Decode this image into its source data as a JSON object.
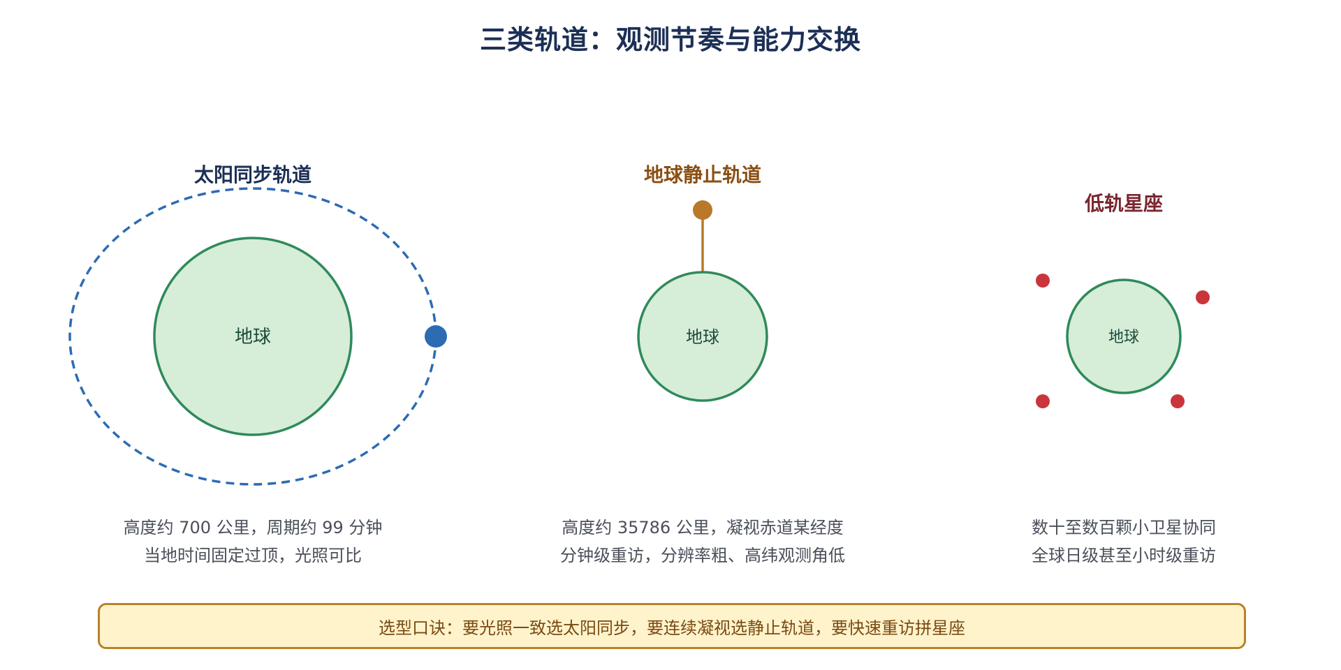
{
  "title": "三类轨道：观测节奏与能力交换",
  "earth_label": "地球",
  "colors": {
    "title": "#1c2f55",
    "earth_fill": "#d6edd8",
    "earth_stroke": "#2f8a5b",
    "sso": "#2d6bb3",
    "geo": "#b9782a",
    "leo": "#c9353a",
    "tip_bg": "#fff3cc",
    "tip_border": "#b8822a"
  },
  "panels": [
    {
      "name": "太阳同步轨道",
      "caption": [
        "高度约 700 公里，周期约 99 分钟",
        "当地时间固定过顶，光照可比"
      ]
    },
    {
      "name": "地球静止轨道",
      "caption": [
        "高度约 35786 公里，凝视赤道某经度",
        "分钟级重访，分辨率粗、高纬观测角低"
      ]
    },
    {
      "name": "低轨星座",
      "caption": [
        "数十至数百颗小卫星协同",
        "全球日级甚至小时级重访"
      ]
    }
  ],
  "tip": "选型口诀：要光照一致选太阳同步，要连续凝视选静止轨道，要快速重访拼星座"
}
